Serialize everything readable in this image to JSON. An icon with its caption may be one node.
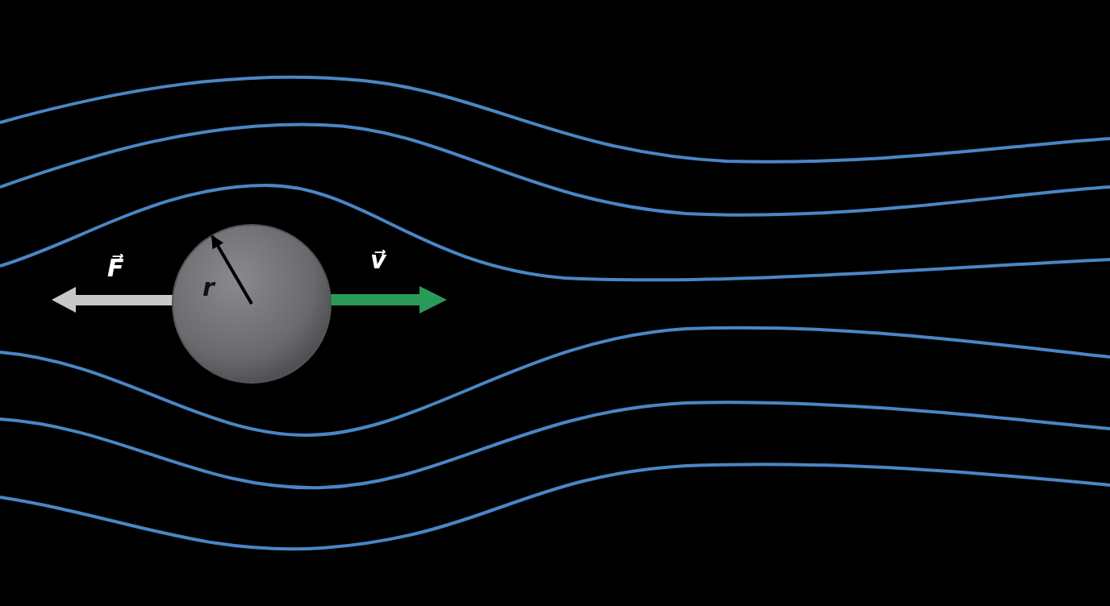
{
  "diagram": {
    "labels": [
      "F⃗",
      "v⃗",
      "r"
    ]
  }
}
